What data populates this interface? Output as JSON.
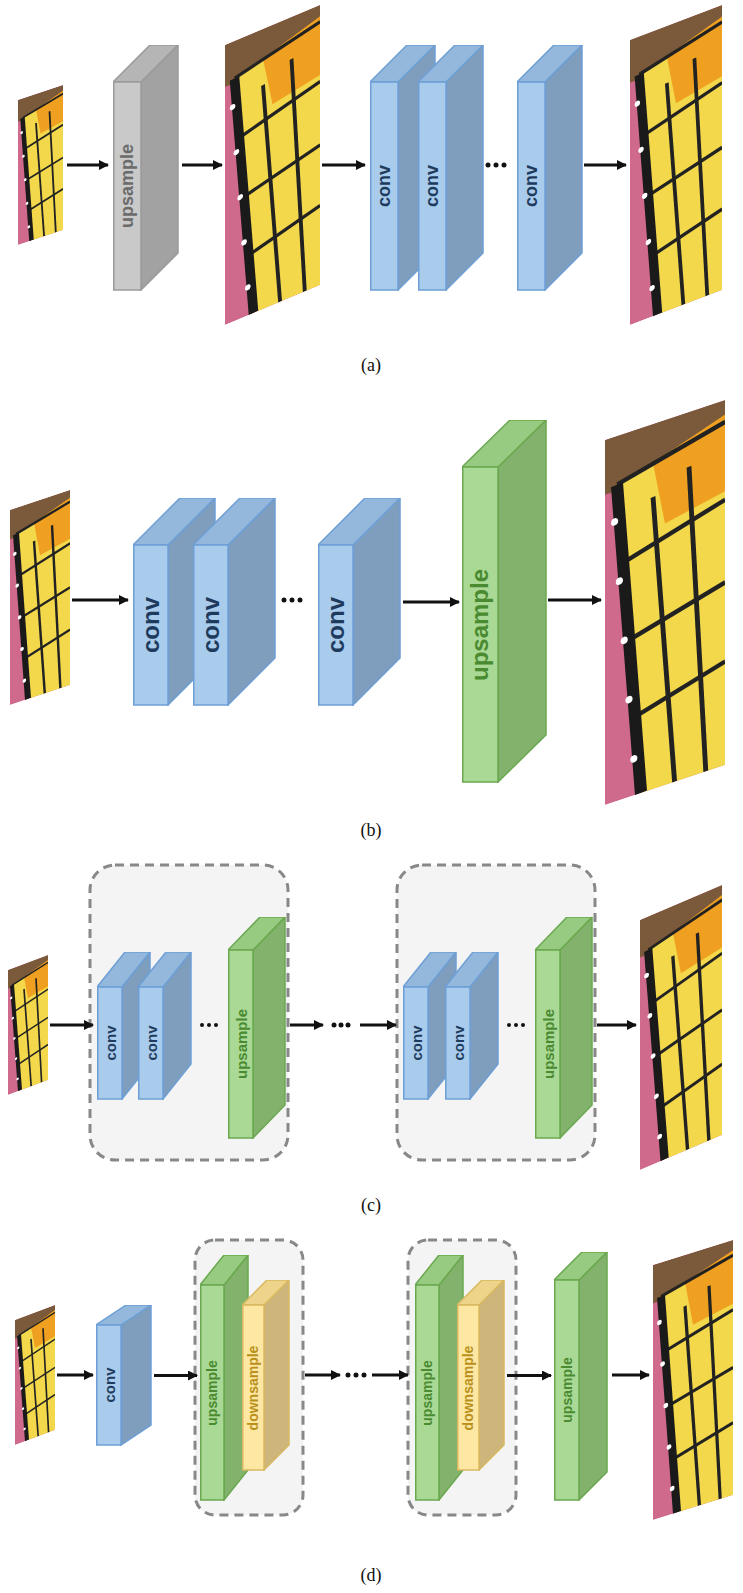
{
  "diagram": {
    "nodes": [
      {
        "text": [
          "upsample"
        ]
      },
      {
        "text": [
          "conv"
        ]
      },
      {
        "text": [
          "conv"
        ]
      },
      {
        "text": [
          "conv"
        ]
      },
      {
        "text": [
          "conv"
        ]
      },
      {
        "text": [
          "conv"
        ]
      },
      {
        "text": [
          "conv"
        ]
      },
      {
        "text": [
          "upsample"
        ]
      },
      {
        "text": [
          "conv"
        ]
      },
      {
        "text": [
          "conv"
        ]
      },
      {
        "text": [
          "upsample"
        ]
      },
      {
        "text": [
          "conv"
        ]
      },
      {
        "text": [
          "conv"
        ]
      },
      {
        "text": [
          "upsample"
        ]
      },
      {
        "text": [
          "conv"
        ]
      },
      {
        "text": [
          "upsample"
        ]
      },
      {
        "text": [
          "downsample"
        ]
      },
      {
        "text": [
          "upsample"
        ]
      },
      {
        "text": [
          "downsample"
        ]
      },
      {
        "text": [
          "upsample"
        ]
      }
    ],
    "edges": [
      {
        "from": 6,
        "to": 7,
        "arrow": "to"
      },
      {
        "from": 14,
        "to": 15,
        "arrow": "to"
      },
      {
        "from": 18,
        "to": 19,
        "arrow": "to"
      }
    ],
    "labels": [
      "(a)",
      "(b)",
      "(c)",
      "(d)"
    ]
  }
}
